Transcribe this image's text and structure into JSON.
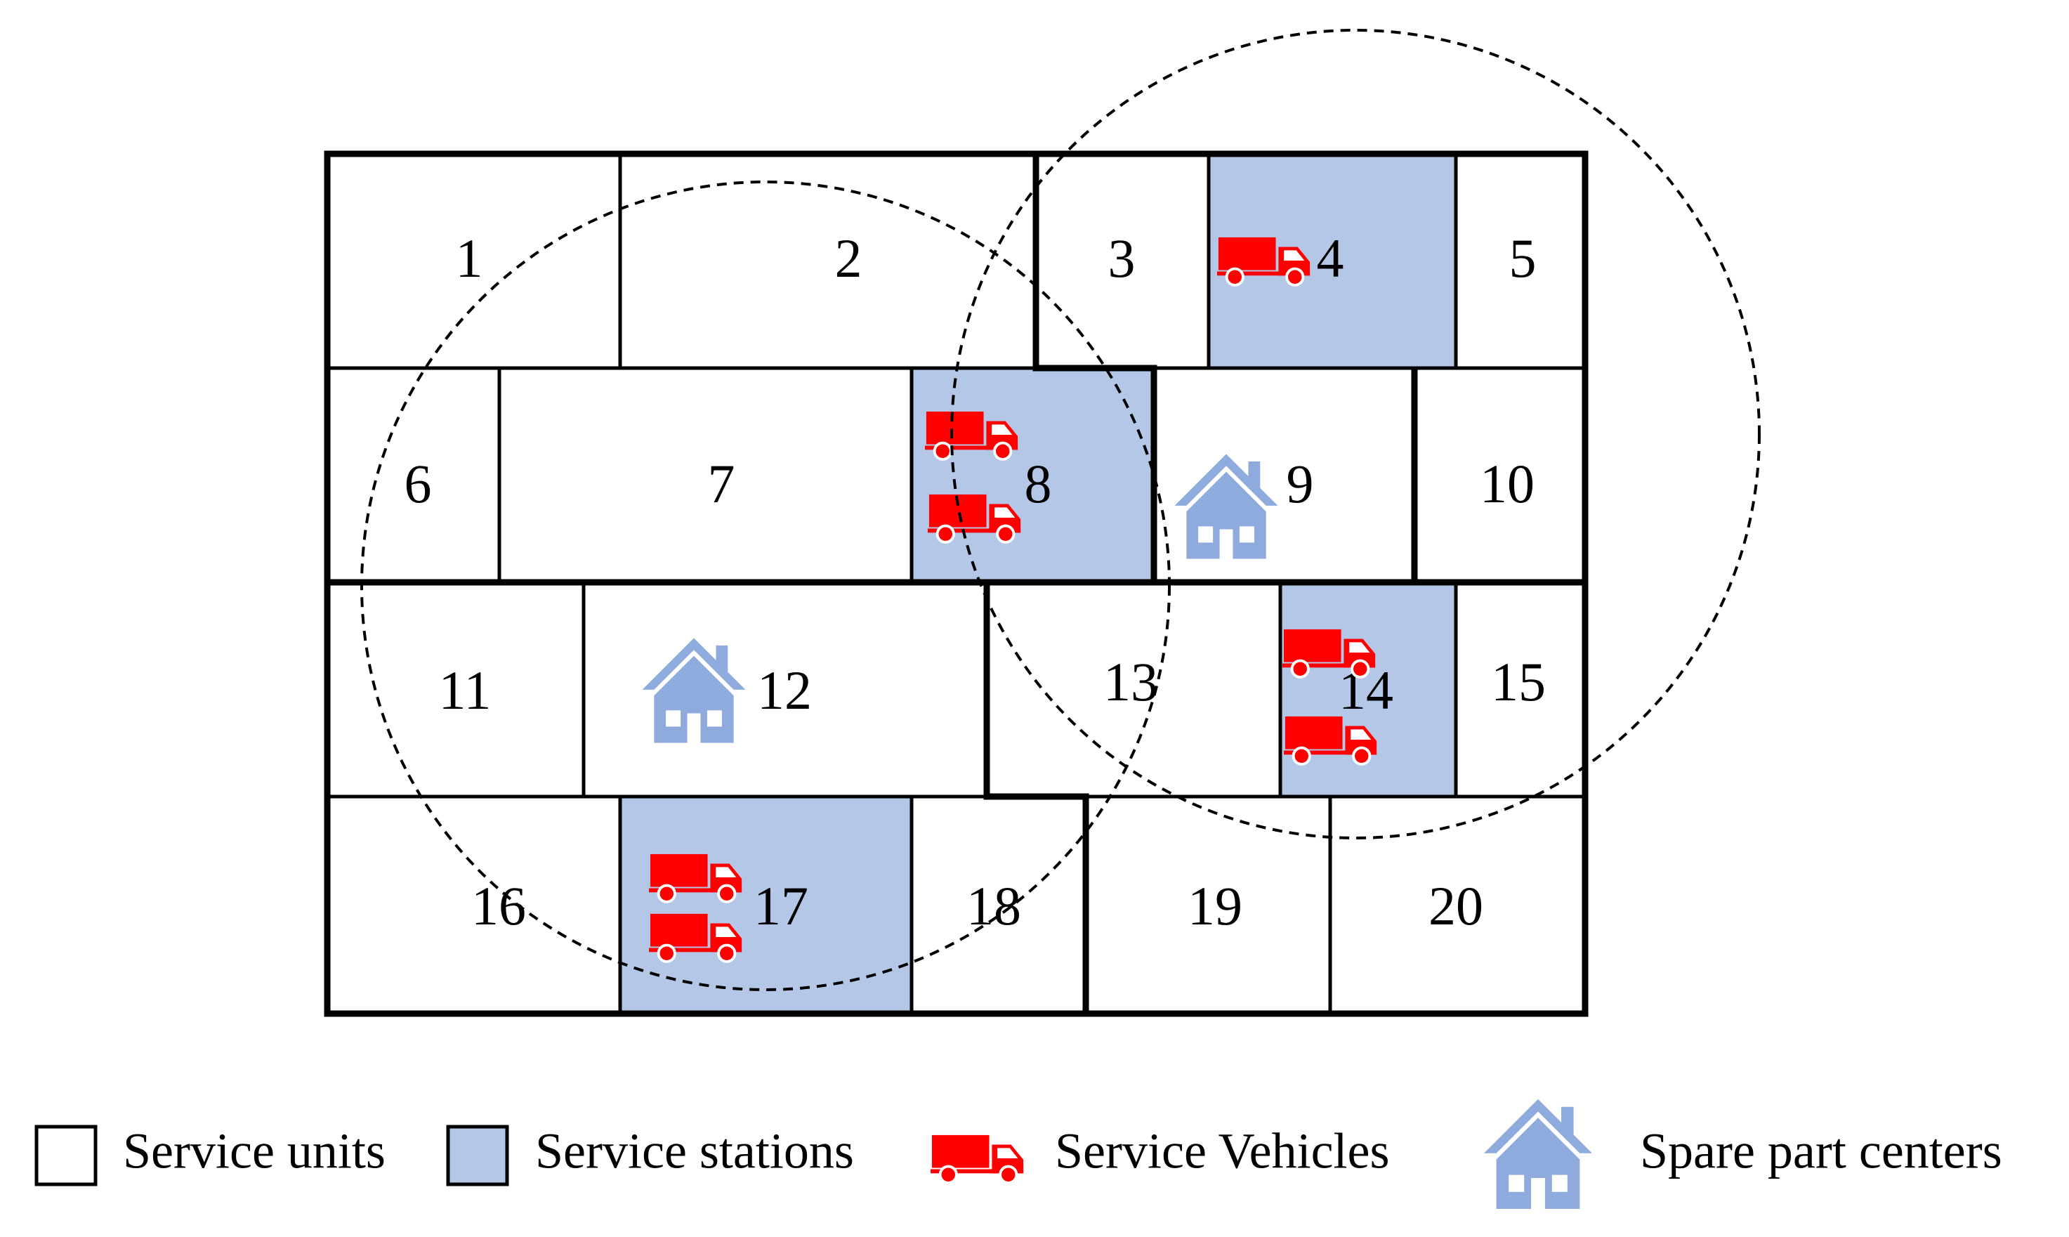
{
  "colors": {
    "service_unit_fill": "#ffffff",
    "service_station_fill": "#b4c7e7",
    "vehicle": "#ff0000",
    "spare_part_center": "#8faadc",
    "line": "#000000"
  },
  "units": [
    {
      "id": "1",
      "label": "1",
      "type": "unit"
    },
    {
      "id": "2",
      "label": "2",
      "type": "unit"
    },
    {
      "id": "3",
      "label": "3",
      "type": "unit"
    },
    {
      "id": "4",
      "label": "4",
      "type": "station",
      "vehicles": 1
    },
    {
      "id": "5",
      "label": "5",
      "type": "unit"
    },
    {
      "id": "6",
      "label": "6",
      "type": "unit"
    },
    {
      "id": "7",
      "label": "7",
      "type": "unit"
    },
    {
      "id": "8",
      "label": "8",
      "type": "station",
      "vehicles": 2
    },
    {
      "id": "9",
      "label": "9",
      "type": "unit",
      "spare_part_center": true
    },
    {
      "id": "10",
      "label": "10",
      "type": "unit"
    },
    {
      "id": "11",
      "label": "11",
      "type": "unit"
    },
    {
      "id": "12",
      "label": "12",
      "type": "unit",
      "spare_part_center": true
    },
    {
      "id": "13",
      "label": "13",
      "type": "unit"
    },
    {
      "id": "14",
      "label": "14",
      "type": "station",
      "vehicles": 2
    },
    {
      "id": "15",
      "label": "15",
      "type": "unit"
    },
    {
      "id": "16",
      "label": "16",
      "type": "unit"
    },
    {
      "id": "17",
      "label": "17",
      "type": "station",
      "vehicles": 2
    },
    {
      "id": "18",
      "label": "18",
      "type": "unit"
    },
    {
      "id": "19",
      "label": "19",
      "type": "unit"
    },
    {
      "id": "20",
      "label": "20",
      "type": "unit"
    }
  ],
  "legend": {
    "service_units": "Service units",
    "service_stations": "Service stations",
    "service_vehicles": "Service Vehicles",
    "spare_part_centers": "Spare part centers"
  }
}
